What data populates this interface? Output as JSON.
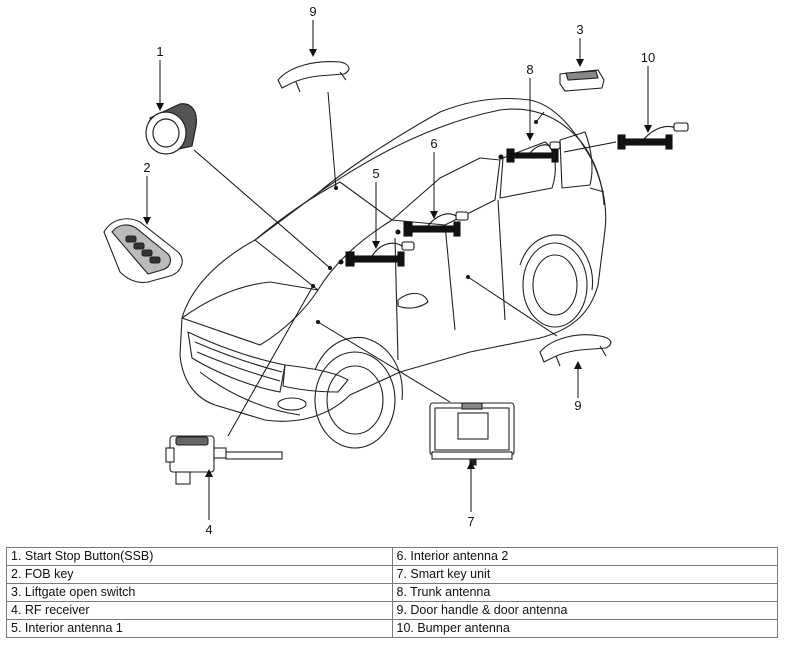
{
  "callouts": {
    "c1": "1",
    "c2": "2",
    "c3": "3",
    "c4": "4",
    "c5": "5",
    "c6": "6",
    "c7": "7",
    "c8": "8",
    "c9a": "9",
    "c9b": "9",
    "c10": "10"
  },
  "legend": {
    "rows": [
      {
        "left": "1. Start Stop Button(SSB)",
        "right": "6. Interior antenna 2"
      },
      {
        "left": "2. FOB key",
        "right": "7. Smart key unit"
      },
      {
        "left": "3. Liftgate open switch",
        "right": "8. Trunk antenna"
      },
      {
        "left": "4. RF receiver",
        "right": "9. Door handle & door antenna"
      },
      {
        "left": "5. Interior antenna 1",
        "right": "10. Bumper antenna"
      }
    ]
  }
}
